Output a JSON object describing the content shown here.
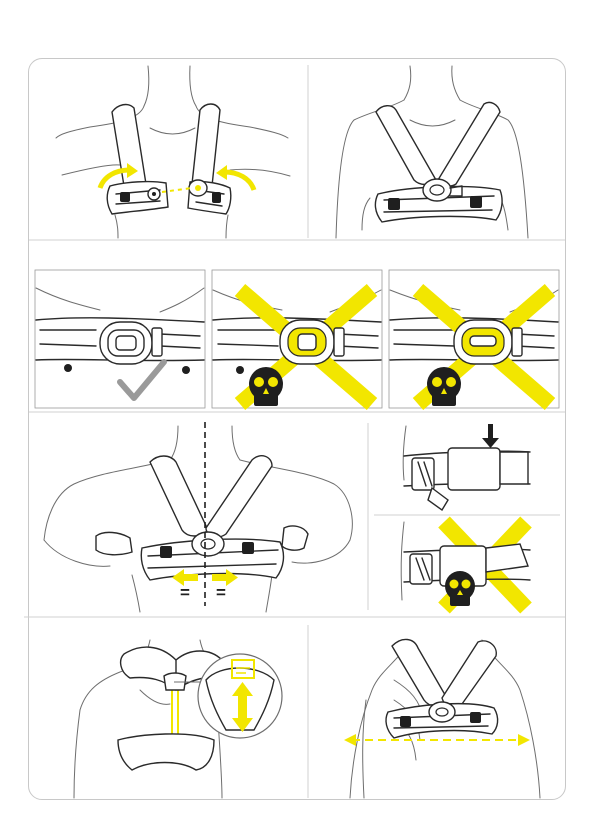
{
  "colors": {
    "accent": "#f2e600",
    "line": "#2a2a2a",
    "check": "#9a9a9a",
    "frame": "#c8c8c8"
  },
  "icons": [
    "rotate-arrow-icon",
    "check-icon",
    "cross-icon",
    "skull-icon",
    "push-down-arrow-icon",
    "adjust-arrow-icon",
    "equal-sign-icon"
  ],
  "panels": [
    {
      "step": "attach-shoulder-straps"
    },
    {
      "step": "harness-closed"
    },
    {
      "step": "buckle-correct",
      "result": "ok"
    },
    {
      "step": "buckle-wrong-1",
      "result": "danger"
    },
    {
      "step": "buckle-wrong-2",
      "result": "danger"
    },
    {
      "step": "centre-and-tighten-chest-strap"
    },
    {
      "step": "slide-keeper-correct"
    },
    {
      "step": "slide-keeper-wrong",
      "result": "danger"
    },
    {
      "step": "adjust-back-height"
    },
    {
      "step": "chest-strap-position"
    }
  ],
  "labels": {
    "equal_left": "=",
    "equal_right": "="
  }
}
